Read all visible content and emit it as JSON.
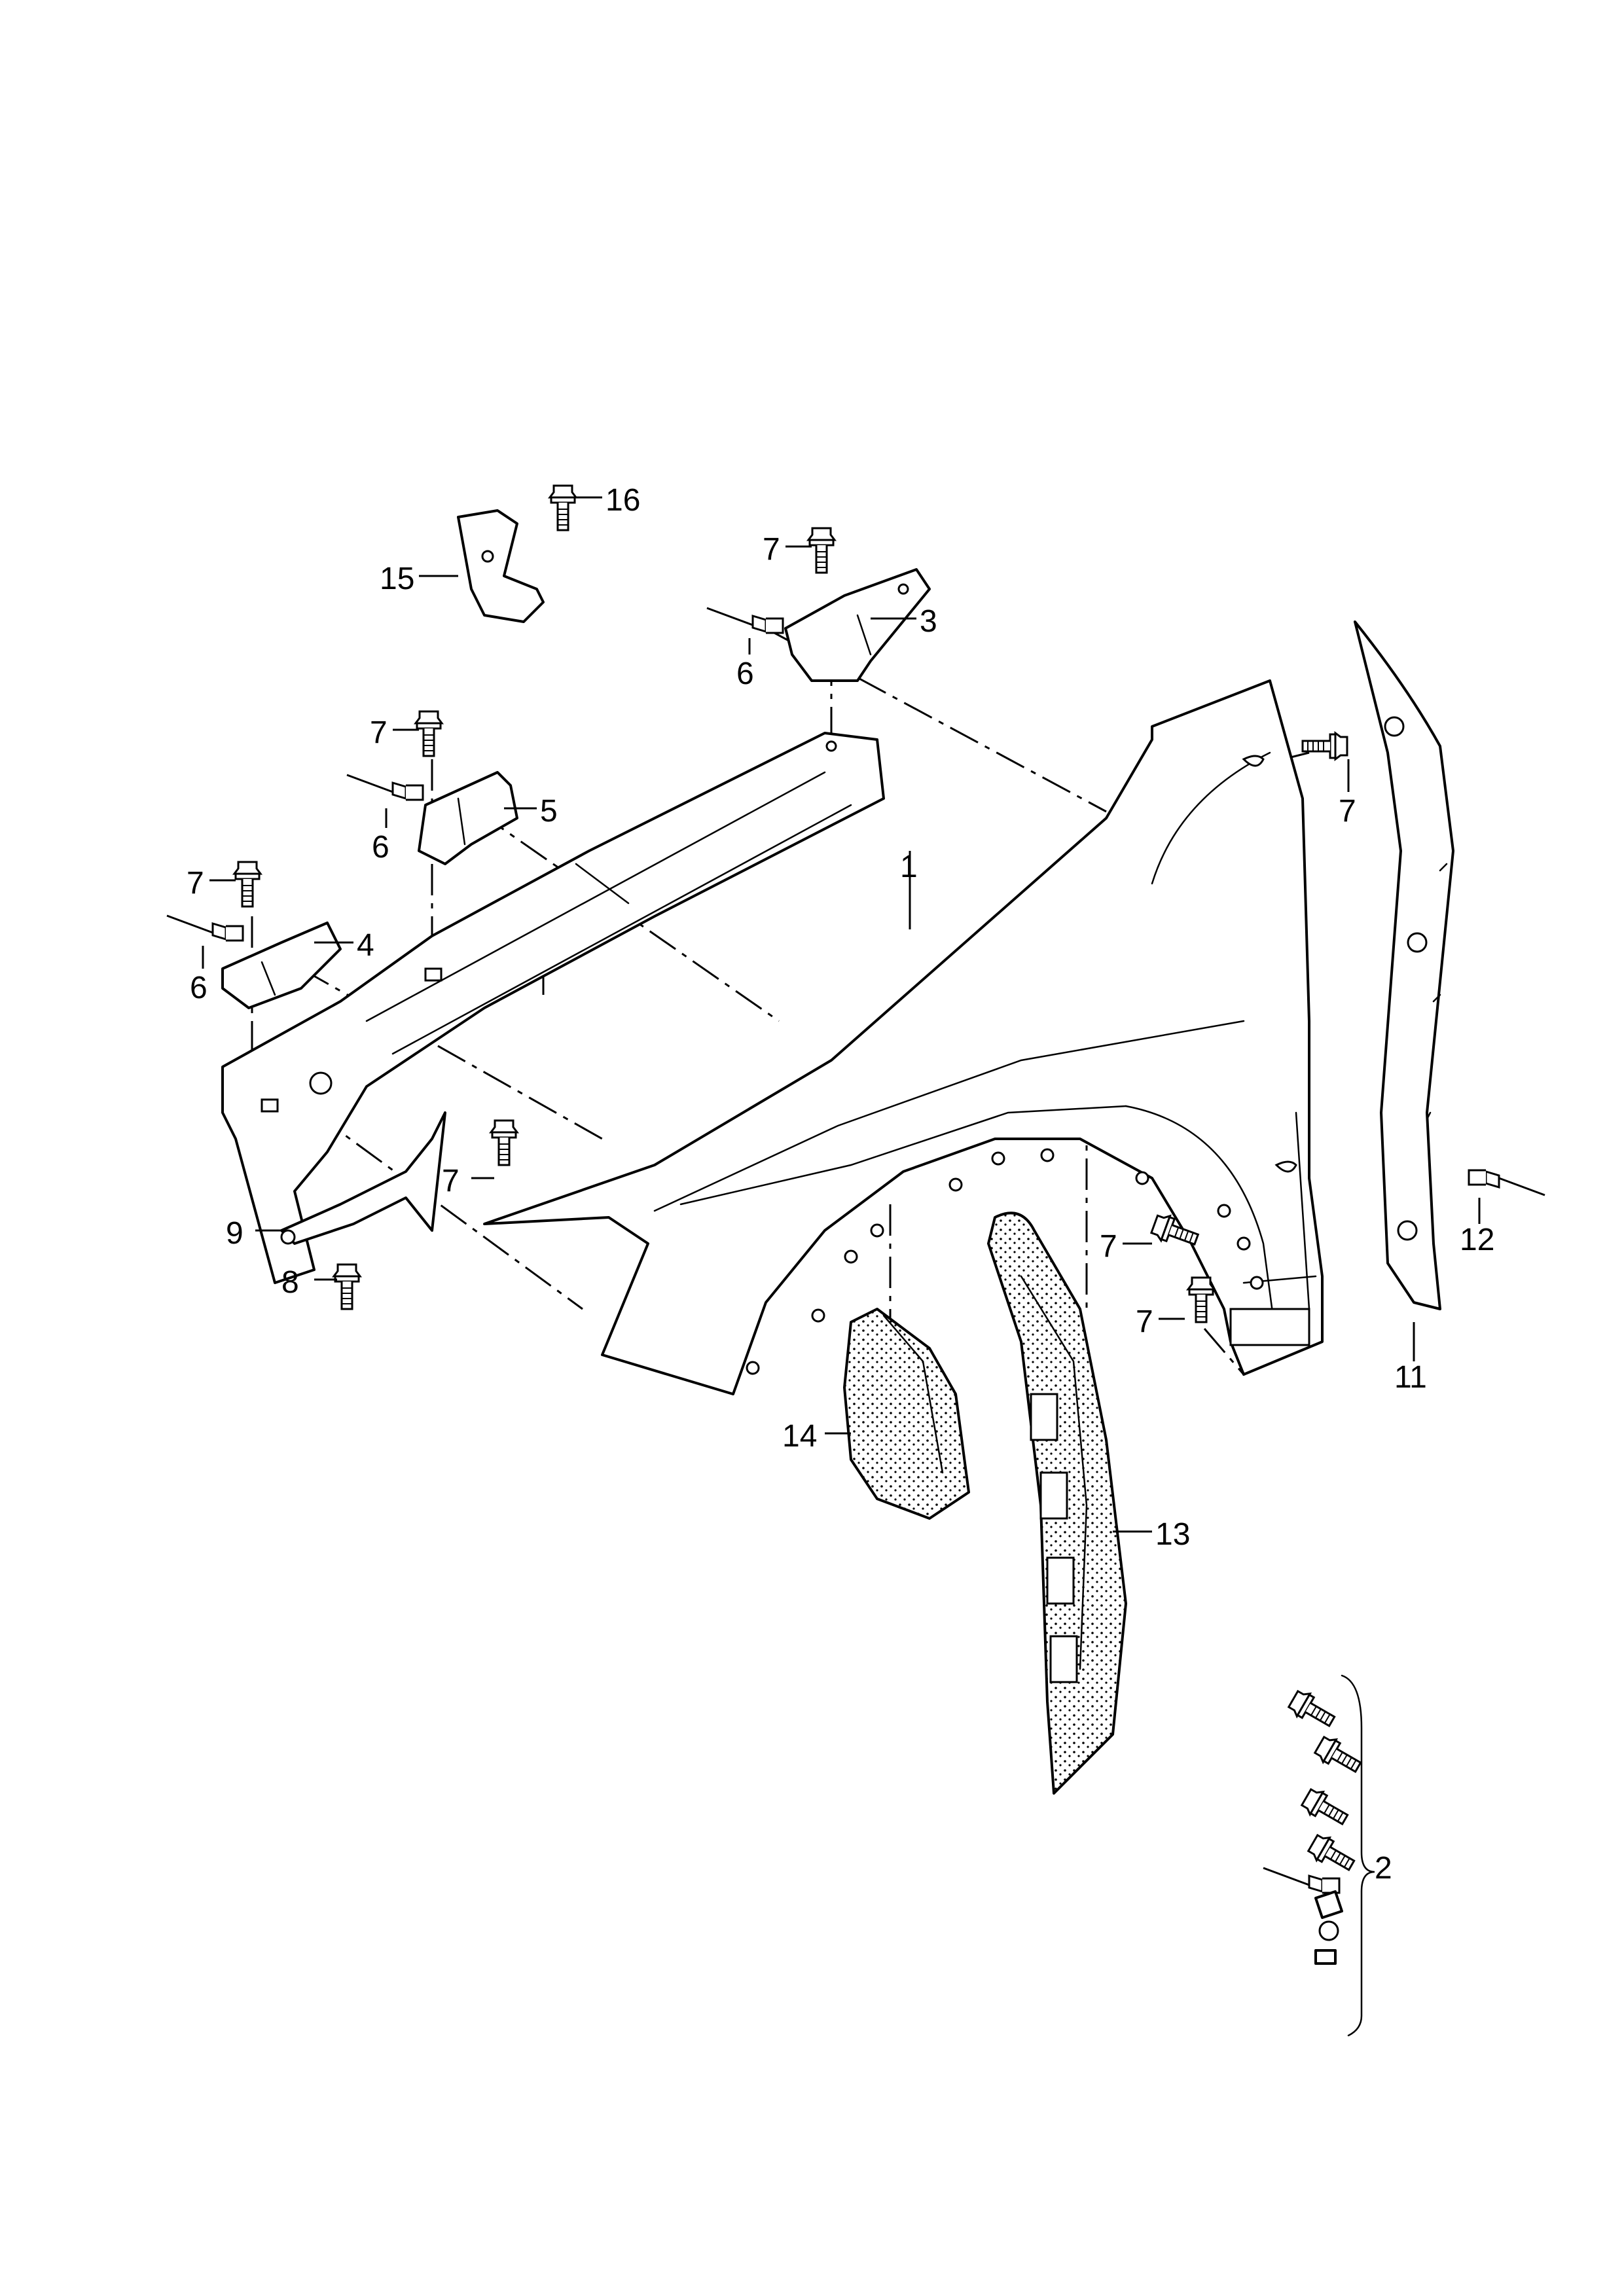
{
  "callouts": {
    "c1": "1",
    "c2": "2",
    "c3": "3",
    "c4": "4",
    "c5": "5",
    "c6a": "6",
    "c6b": "6",
    "c6c": "6",
    "c7a": "7",
    "c7b": "7",
    "c7c": "7",
    "c7d": "7",
    "c7e": "7",
    "c7f": "7",
    "c7g": "7",
    "c8": "8",
    "c9": "9",
    "c11": "11",
    "c12": "12",
    "c13": "13",
    "c14": "14",
    "c15": "15",
    "c16": "16"
  },
  "icons": {
    "fender": "front-fender-panel",
    "bolt": "bolt-icon",
    "rivet": "blind-rivet-icon",
    "bracket": "mounting-bracket",
    "seal": "fender-seal-strip",
    "foam": "foam-insulation-pad"
  },
  "colors": {
    "line": "#000000",
    "background": "#ffffff"
  }
}
